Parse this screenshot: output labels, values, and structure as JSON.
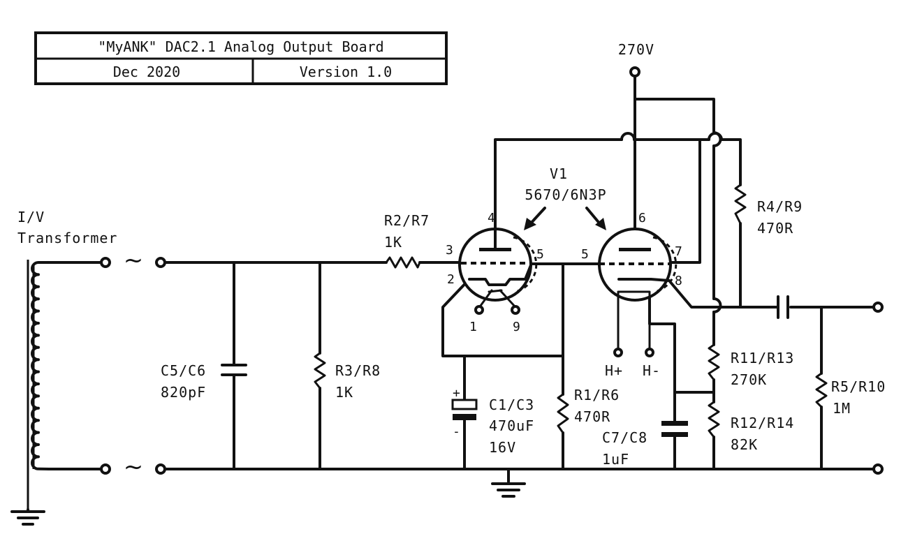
{
  "title_block": {
    "title": "\"MyANK\" DAC2.1 Analog Output Board",
    "date": "Dec 2020",
    "version": "Version 1.0"
  },
  "supply": {
    "label": "270V"
  },
  "transformer": {
    "line1": "I/V",
    "line2": "Transformer"
  },
  "tube": {
    "ref": "V1",
    "type": "5670/6N3P"
  },
  "pins": {
    "p1": "1",
    "p2": "2",
    "p3": "3",
    "p4": "4",
    "p5a": "5",
    "p5b": "5",
    "p6": "6",
    "p7": "7",
    "p8": "8",
    "p9": "9"
  },
  "heater": {
    "hplus": "H+",
    "hminus": "H-"
  },
  "components": {
    "c5": {
      "ref": "C5/C6",
      "value": "820pF"
    },
    "r3": {
      "ref": "R3/R8",
      "value": "1K"
    },
    "r2": {
      "ref": "R2/R7",
      "value": "1K"
    },
    "c1": {
      "ref": "C1/C3",
      "value": "470uF",
      "rating": "16V",
      "plus": "+",
      "minus": "-"
    },
    "r1": {
      "ref": "R1/R6",
      "value": "470R"
    },
    "c7": {
      "ref": "C7/C8",
      "value": "1uF"
    },
    "r4": {
      "ref": "R4/R9",
      "value": "470R"
    },
    "r11": {
      "ref": "R11/R13",
      "value": "270K"
    },
    "r12": {
      "ref": "R12/R14",
      "value": "82K"
    },
    "r5": {
      "ref": "R5/R10",
      "value": "1M"
    }
  },
  "symbols": {
    "ac": "~"
  }
}
